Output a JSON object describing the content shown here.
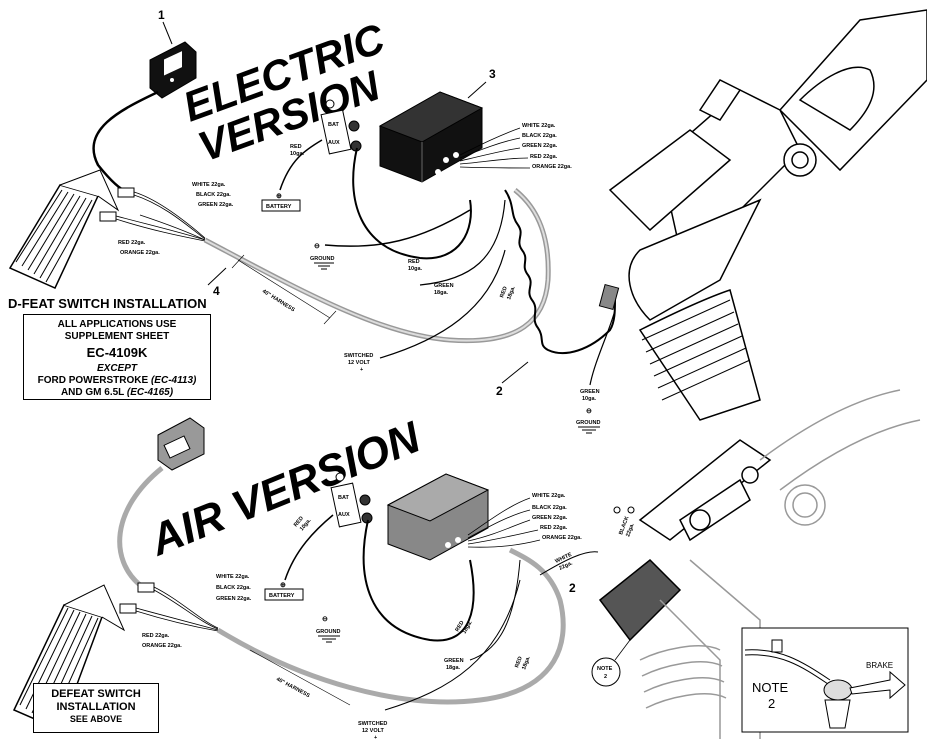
{
  "titles": {
    "electric_line1": "ELECTRIC",
    "electric_line2": "VERSION",
    "air": "AIR VERSION"
  },
  "callouts": {
    "c1": "1",
    "c2": "2",
    "c3": "3",
    "c4": "4",
    "c2_air": "2"
  },
  "wires_upper": {
    "white": "WHITE 22ga.",
    "black": "BLACK 22ga.",
    "green": "GREEN 22ga.",
    "red": "RED 22ga.",
    "orange": "ORANGE 22ga."
  },
  "wires_lower": {
    "white": "WHITE 22ga.",
    "black": "BLACK 22ga.",
    "green": "GREEN 22ga.",
    "red": "RED 22ga.",
    "orange": "ORANGE 22ga."
  },
  "electric_labels": {
    "red_10ga_top": [
      "RED",
      "10ga."
    ],
    "battery": "BATTERY",
    "ground": "GROUND",
    "red_10ga_mid": [
      "RED",
      "10ga."
    ],
    "green_18ga": [
      "GREEN",
      "18ga."
    ],
    "red_18ga": [
      "RED",
      "18ga."
    ],
    "green_10ga": [
      "GREEN",
      "10ga."
    ],
    "ground2": "GROUND",
    "harness": "40\" HARNESS",
    "switched": [
      "SWITCHED",
      "12 VOLT",
      "+"
    ],
    "bat_label": "BAT",
    "aux_label": "AUX"
  },
  "air_labels": {
    "red_10ga": [
      "RED",
      "10ga."
    ],
    "battery": "BATTERY",
    "ground": "GROUND",
    "red_18ga": [
      "RED",
      "18ga."
    ],
    "green_18ga": [
      "GREEN",
      "18ga."
    ],
    "red_18ga_2": [
      "RED",
      "18ga."
    ],
    "white_22ga": [
      "WHITE",
      "22ga."
    ],
    "black_22ga": [
      "BLACK",
      "22ga."
    ],
    "harness": "40\" HARNESS",
    "switched": [
      "SWITCHED",
      "12 VOLT",
      "+"
    ],
    "note2_circle": [
      "NOTE",
      "2"
    ],
    "bat_label": "BAT",
    "aux_label": "AUX"
  },
  "dfeat_heading": "D-FEAT SWITCH INSTALLATION",
  "supplement_box": {
    "line1": "ALL APPLICATIONS USE",
    "line2": "SUPPLEMENT SHEET",
    "code": "EC-4109K",
    "except": "EXCEPT",
    "ford": "FORD POWERSTROKE",
    "ford_code": "(EC-4113)",
    "gm": "AND GM 6.5L",
    "gm_code": "(EC-4165)"
  },
  "defeat_box": {
    "line1": "DEFEAT SWITCH",
    "line2": "INSTALLATION",
    "line3": "SEE ABOVE"
  },
  "note_box": {
    "note": "NOTE",
    "num": "2",
    "brake": "BRAKE"
  }
}
